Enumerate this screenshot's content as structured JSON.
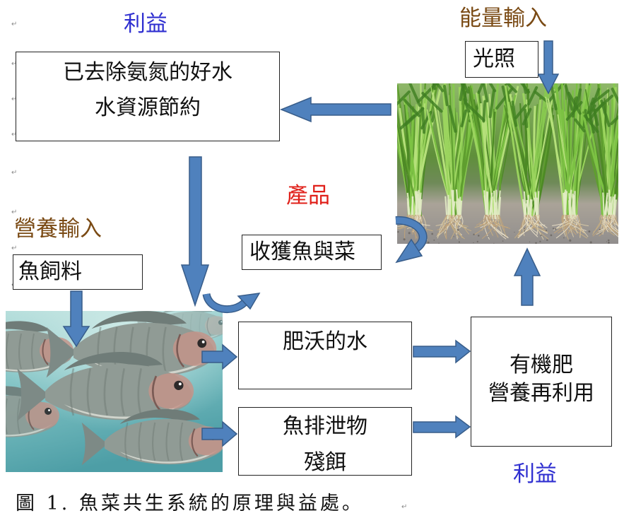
{
  "labels": {
    "benefit_top": "利益",
    "energy_input": "能量輸入",
    "product": "產品",
    "nutrient_input": "營養輸入",
    "benefit_bottom": "利益"
  },
  "boxes": {
    "clean_water": [
      "已去除氨氮的好水",
      "水資源節約"
    ],
    "light": "光照",
    "harvest": "收獲魚與菜",
    "fish_feed": "魚飼料",
    "fertile_water": "肥沃的水",
    "fish_waste": [
      "魚排泄物",
      "殘餌"
    ],
    "organic_fertilizer": [
      "有機肥",
      "營養再利用"
    ]
  },
  "caption": "圖 1. 魚菜共生系統的原理與益處。",
  "paragraph_mark": "↵",
  "images": {
    "vegetables": "vegetable-harvest-photo",
    "fish": "fish-tank-photo"
  },
  "colors": {
    "benefit": "#2f2fd0",
    "input_label": "#7a4a14",
    "product": "#e0201a",
    "arrow_fill": "#4f81bd",
    "arrow_stroke": "#385d8a"
  }
}
